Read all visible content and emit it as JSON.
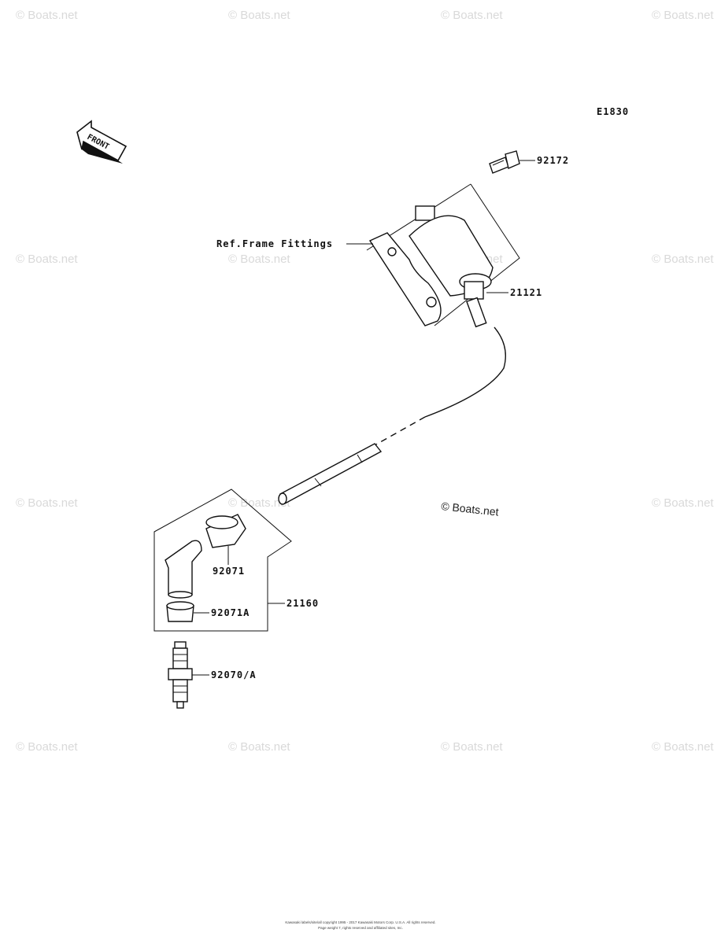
{
  "diagram_code": "E1830",
  "front_arrow_label": "FRONT",
  "watermark": "© Boats.net",
  "watermark_center": "© Boats.net",
  "callouts": {
    "bolt": "92172",
    "ref_frame": "Ref.Frame Fittings",
    "ignition_coil": "21121",
    "cap_assy": "21160",
    "cap": "92071",
    "cap_seal": "92071A",
    "spark_plug": "92070/A"
  },
  "footer": {
    "line1": "Kawasaki labels/site/all copyright 1995 - 2017 Kawasaki Motors Corp. U.S.A. All rights reserved.",
    "line2": "Page weight 7, rights reserved and affiliated sites, Inc."
  }
}
